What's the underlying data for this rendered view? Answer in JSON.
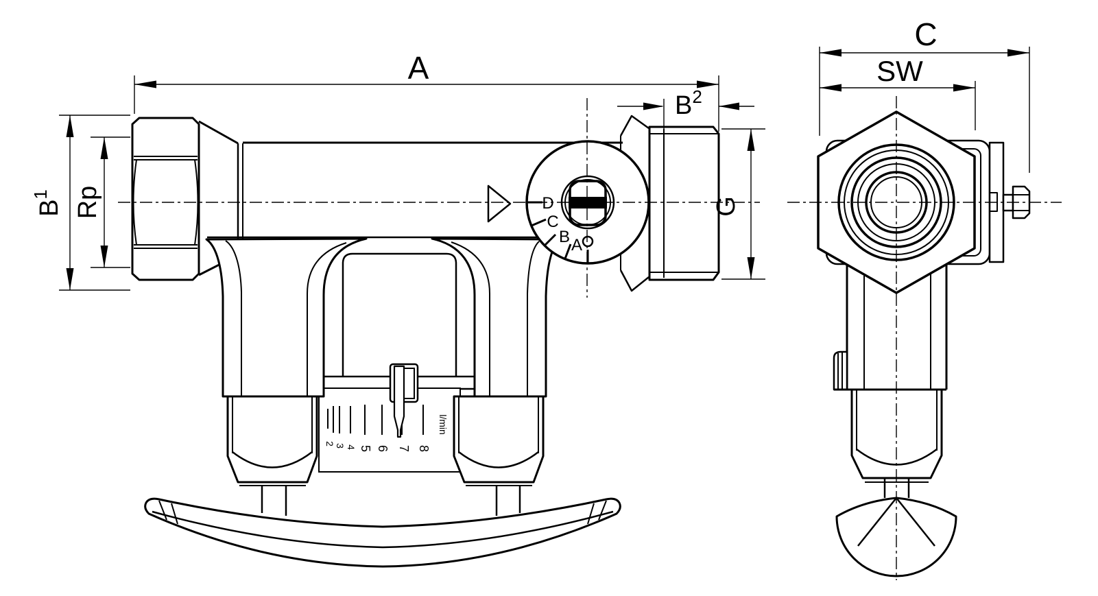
{
  "colors": {
    "line": "#000000",
    "background": "#ffffff"
  },
  "front_view": {
    "dims": {
      "a": "A",
      "b1": {
        "base": "B",
        "sup": "1"
      },
      "b2": {
        "base": "B",
        "sup": "2"
      },
      "rp": "Rp",
      "g": "G"
    },
    "dial_marks": [
      "D",
      "C",
      "B",
      "A"
    ],
    "flow_scale": {
      "values": [
        "2",
        "3",
        "4",
        "5",
        "6",
        "7",
        "8"
      ],
      "unit": "l/min"
    }
  },
  "side_view": {
    "dims": {
      "c": "C",
      "sw": "SW"
    }
  }
}
